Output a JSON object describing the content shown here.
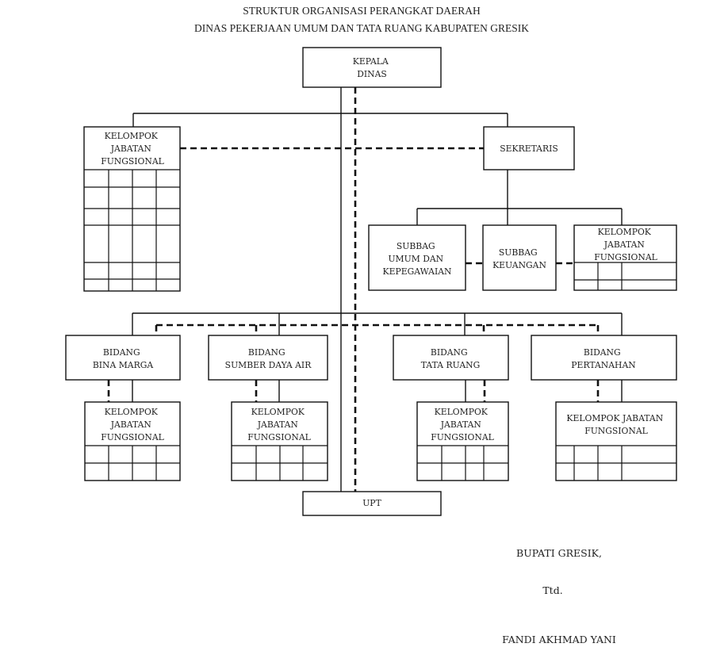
{
  "title": {
    "line1": "STRUKTUR ORGANISASI PERANGKAT DAERAH",
    "line2": "DINAS PEKERJAAN UMUM DAN TATA RUANG KABUPATEN GRESIK"
  },
  "chart": {
    "kepala_dinas": [
      "KEPALA",
      "DINAS"
    ],
    "kjf_top_left": [
      "KELOMPOK",
      "JABATAN",
      "FUNGSIONAL"
    ],
    "sekretaris": [
      "SEKRETARIS"
    ],
    "subbag_umum": [
      "SUBBAG",
      "UMUM DAN",
      "KEPEGAWAIAN"
    ],
    "subbag_keuangan": [
      "SUBBAG",
      "KEUANGAN"
    ],
    "kjf_sekretariat": [
      "KELOMPOK",
      "JABATAN",
      "FUNGSIONAL"
    ],
    "bidang_bina_marga": [
      "BIDANG",
      "BINA MARGA"
    ],
    "bidang_sda": [
      "BIDANG",
      "SUMBER DAYA AIR"
    ],
    "bidang_tata_ruang": [
      "BIDANG",
      "TATA RUANG"
    ],
    "bidang_pertanahan": [
      "BIDANG",
      "PERTANAHAN"
    ],
    "kjf_bina_marga": [
      "KELOMPOK",
      "JABATAN",
      "FUNGSIONAL"
    ],
    "kjf_sda": [
      "KELOMPOK",
      "JABATAN",
      "FUNGSIONAL"
    ],
    "kjf_tata_ruang": [
      "KELOMPOK",
      "JABATAN",
      "FUNGSIONAL"
    ],
    "kjf_pertanahan": [
      "KELOMPOK JABATAN",
      "FUNGSIONAL"
    ],
    "upt": [
      "UPT"
    ]
  },
  "signature": {
    "office": "BUPATI GRESIK,",
    "signed": "Ttd.",
    "name": "FANDI AKHMAD YANI"
  }
}
